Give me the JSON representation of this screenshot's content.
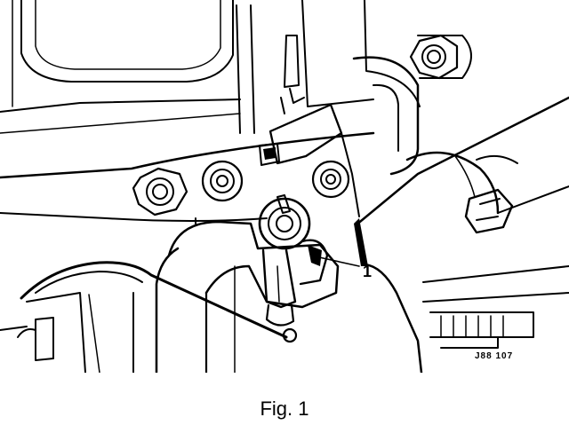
{
  "figure": {
    "caption": "Fig. 1",
    "reference_code": "J88 107",
    "callouts": [
      {
        "label": "1"
      }
    ]
  },
  "colors": {
    "ink": "#000000",
    "paper": "#ffffff"
  }
}
